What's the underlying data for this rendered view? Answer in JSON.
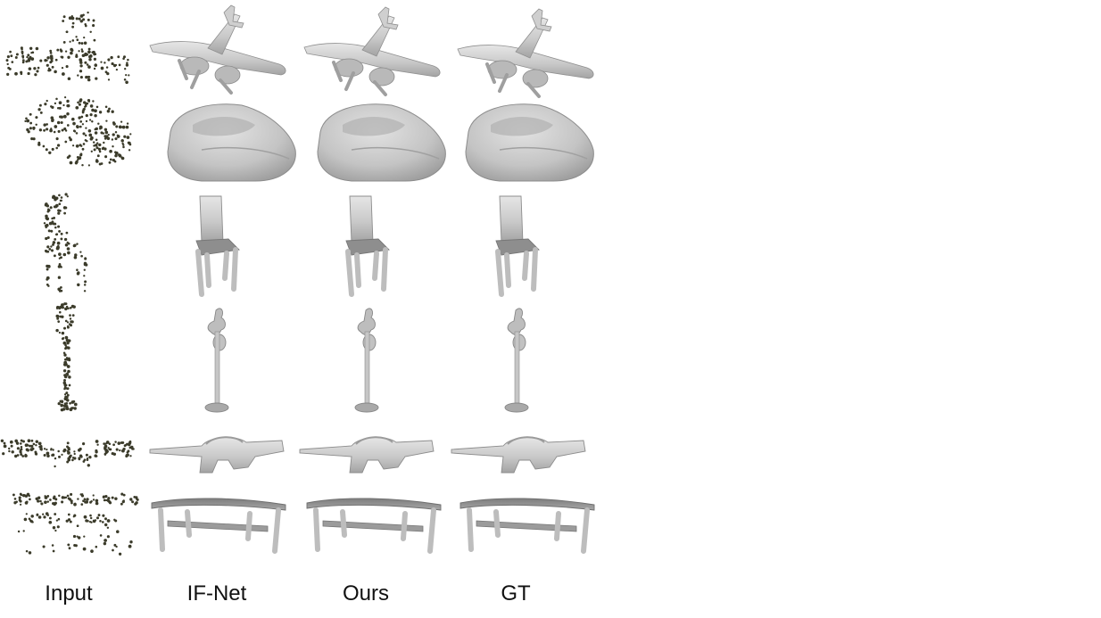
{
  "figure": {
    "columns": [
      "Input",
      "IF-Net",
      "Ours",
      "GT"
    ],
    "rows": [
      "airplane",
      "car",
      "chair",
      "lamp",
      "rifle",
      "table"
    ],
    "colors": {
      "point": "#3b3b2a",
      "mesh_fill": "#c8c8c8",
      "mesh_light": "#dedede",
      "mesh_dark": "#9a9a9a",
      "background": "#ffffff"
    }
  }
}
